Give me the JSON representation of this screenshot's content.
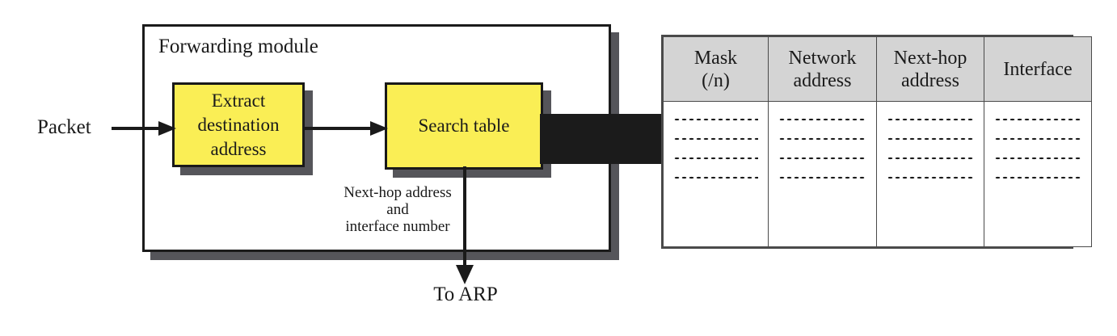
{
  "diagram": {
    "module": {
      "title": "Forwarding module"
    },
    "blocks": [
      {
        "id": "extract",
        "label": "Extract\ndestination\naddress"
      },
      {
        "id": "search",
        "label": "Search\ntable"
      }
    ],
    "labels": {
      "packet": "Packet",
      "next_hop_caption": "Next-hop address\nand\ninterface number",
      "to_arp": "To ARP"
    },
    "colors": {
      "block_fill": "#FAEE55",
      "block_border": "#191919",
      "shadow": "#55555A",
      "connector": "#1B1B1B",
      "table_header_fill": "#D4D4D4",
      "table_border": "#4A4A4A",
      "background": "#FFFFFF"
    }
  },
  "routing_table": {
    "columns": [
      {
        "key": "mask",
        "header": "Mask\n(/n)"
      },
      {
        "key": "network_address",
        "header": "Network\naddress"
      },
      {
        "key": "next_hop_address",
        "header": "Next-hop\naddress"
      },
      {
        "key": "interface",
        "header": "Interface"
      }
    ],
    "row_count": 4,
    "row_placeholder": "............",
    "rows": [
      {
        "mask": "............",
        "network_address": "............",
        "next_hop_address": "............",
        "interface": "............"
      },
      {
        "mask": "............",
        "network_address": "............",
        "next_hop_address": "............",
        "interface": "............"
      },
      {
        "mask": "............",
        "network_address": "............",
        "next_hop_address": "............",
        "interface": "............"
      },
      {
        "mask": "............",
        "network_address": "............",
        "next_hop_address": "............",
        "interface": "............"
      }
    ]
  }
}
